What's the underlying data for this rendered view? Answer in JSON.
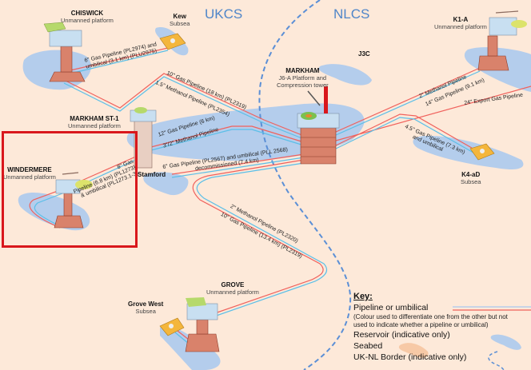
{
  "zones": {
    "uk": "UKCS",
    "nl": "NLCS"
  },
  "facilities": [
    {
      "id": "chiswick",
      "name": "CHISWICK",
      "type": "Unmanned platform"
    },
    {
      "id": "kew",
      "name": "Kew",
      "type": "Subsea"
    },
    {
      "id": "markham",
      "name": "MARKHAM",
      "type": "J6-A Platform and",
      "type2": "Compression tower"
    },
    {
      "id": "j3c",
      "name": "J3C",
      "type": ""
    },
    {
      "id": "k1a",
      "name": "K1-A",
      "type": "Unmanned platform"
    },
    {
      "id": "markham-st1",
      "name": "MARKHAM ST-1",
      "type": "Unmanned platform"
    },
    {
      "id": "windermere",
      "name": "WINDERMERE",
      "type": "Unmanned platform"
    },
    {
      "id": "stamford",
      "name": "Stamford",
      "type": ""
    },
    {
      "id": "k4ad",
      "name": "K4-aD",
      "type": "Subsea"
    },
    {
      "id": "grove",
      "name": "GROVE",
      "type": "Unmanned platform"
    },
    {
      "id": "grove-west",
      "name": "Grove West",
      "type": "Subsea"
    }
  ],
  "pipelines": {
    "chiswick_kew": [
      "6\" Gas Pipeline (PL2974) and",
      "umbilical (3.1 km) (PLU2975)"
    ],
    "gas_10_18km": "10\" Gas Pipeline (18 km) (PL2319)",
    "methanol_15": "1.5\" Methanol Pipeline      (PL2354)",
    "gas_12_6km": "12\" Gas Pipeline (6 km)",
    "methanol_32": "3\"/2\" Methanol Pipeline",
    "stamford": [
      "6\" Gas Pipeline (PL2567)  and umbilical (PLL 2568)",
      "decommissioned (7.4 km)"
    ],
    "windermere": [
      "8\" Gas",
      "Pipeline (6.8 km) (PL1273)",
      "& umbilical (PL1273.1-3)"
    ],
    "methanol_2_k1a": "2\" Methanol Pipeline",
    "gas_14_k1a": "14\" Gas Pipeline (9.1 km)",
    "export_24": "24\" Export Gas Pipeline",
    "k4ad": [
      "4.5\" Gas Pipeline (7.3 km)",
      "and umbilical"
    ],
    "grove_methanol": "2\" Methanol Pipeline (PL2320)",
    "grove_gas": "10\" Gas Pipeline (13.4 km) (PL2319)"
  },
  "highlight": {
    "target": "WINDERMERE",
    "color": "#d9171c"
  },
  "colors": {
    "sea_bed": "#fde9d9",
    "reservoir": "#b4cdec",
    "pipeline_red": "#f0615c",
    "pipeline_blue": "#5bbfe8",
    "border": "#5b8fd6"
  },
  "key": {
    "title": "Key:",
    "pipeline": "Pipeline or umbilical",
    "note1": "(Colour used to differentiate one from the other but not",
    "note2": "used to indicate whether a pipeline or umbilical)",
    "reservoir": "Reservoir (indicative only)",
    "seabed": "Seabed",
    "border": "UK-NL Border (indicative only)"
  }
}
